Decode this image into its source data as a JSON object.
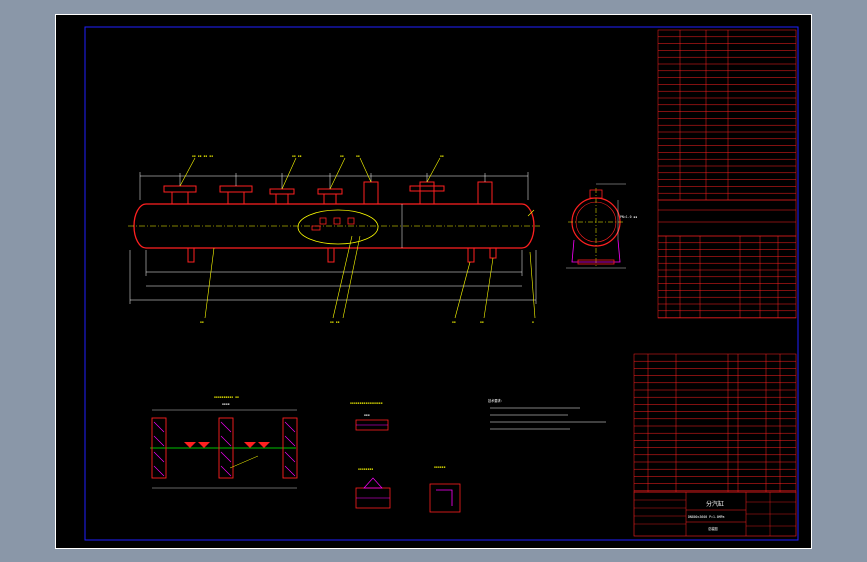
{
  "drawing": {
    "background": "#000000",
    "viewport_background": "#8a97a8",
    "colors": {
      "vessel_outline": "#ff2020",
      "dimension": "#ffffff",
      "centerline": "#ffff00",
      "leader": "#ffff00",
      "table_line": "#ff2020",
      "text": "#ffffff",
      "border": "#2020ff",
      "hatch": "#ff00ff",
      "detail_line": "#00ff00"
    },
    "views": [
      {
        "name": "main-elevation-view"
      },
      {
        "name": "end-side-view"
      },
      {
        "name": "support-section-view"
      },
      {
        "name": "weld-detail-1"
      },
      {
        "name": "weld-detail-2"
      },
      {
        "name": "weld-detail-3"
      }
    ],
    "title_block": {
      "title": "分汽缸",
      "subtitle": "DN800×3600 P=1.0MPa",
      "sheet": "总装图"
    },
    "notes_header": "技术要求:"
  }
}
